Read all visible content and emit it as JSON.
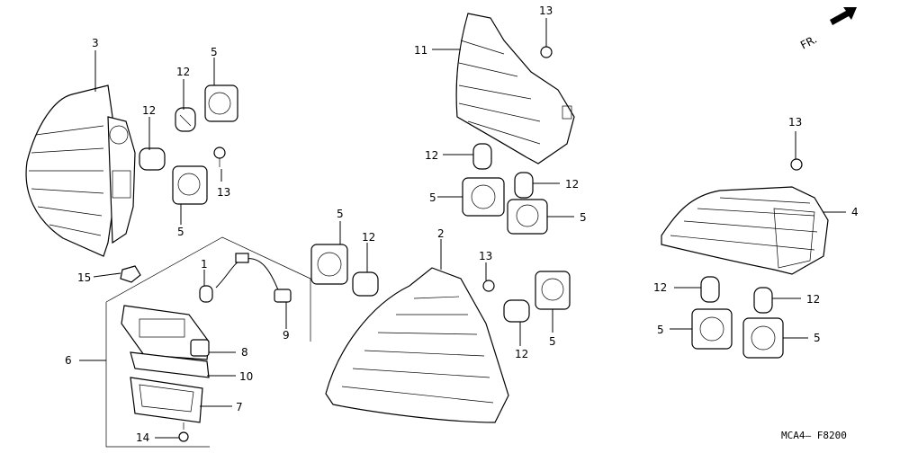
{
  "diagram": {
    "direction_arrow_text": "FR.",
    "code": "MCA4– F8200",
    "callouts": [
      {
        "key": "c3",
        "text": "3"
      },
      {
        "key": "c12a",
        "text": "12"
      },
      {
        "key": "c5a",
        "text": "5"
      },
      {
        "key": "c12b",
        "text": "12"
      },
      {
        "key": "c13a",
        "text": "13"
      },
      {
        "key": "c5b",
        "text": "5"
      },
      {
        "key": "c15",
        "text": "15"
      },
      {
        "key": "c1",
        "text": "1"
      },
      {
        "key": "c9",
        "text": "9"
      },
      {
        "key": "c6",
        "text": "6"
      },
      {
        "key": "c8",
        "text": "8"
      },
      {
        "key": "c10",
        "text": "10"
      },
      {
        "key": "c7",
        "text": "7"
      },
      {
        "key": "c14",
        "text": "14"
      },
      {
        "key": "c5c",
        "text": "5"
      },
      {
        "key": "c12c",
        "text": "12"
      },
      {
        "key": "c2",
        "text": "2"
      },
      {
        "key": "c11",
        "text": "11"
      },
      {
        "key": "c13b",
        "text": "13"
      },
      {
        "key": "c12d",
        "text": "12"
      },
      {
        "key": "c12e",
        "text": "12"
      },
      {
        "key": "c5d",
        "text": "5"
      },
      {
        "key": "c5e",
        "text": "5"
      },
      {
        "key": "c13c",
        "text": "13"
      },
      {
        "key": "c12f",
        "text": "12"
      },
      {
        "key": "c5f",
        "text": "5"
      },
      {
        "key": "c13d",
        "text": "13"
      },
      {
        "key": "c4",
        "text": "4"
      },
      {
        "key": "c12g",
        "text": "12"
      },
      {
        "key": "c12h",
        "text": "12"
      },
      {
        "key": "c5g",
        "text": "5"
      },
      {
        "key": "c5h",
        "text": "5"
      }
    ]
  }
}
